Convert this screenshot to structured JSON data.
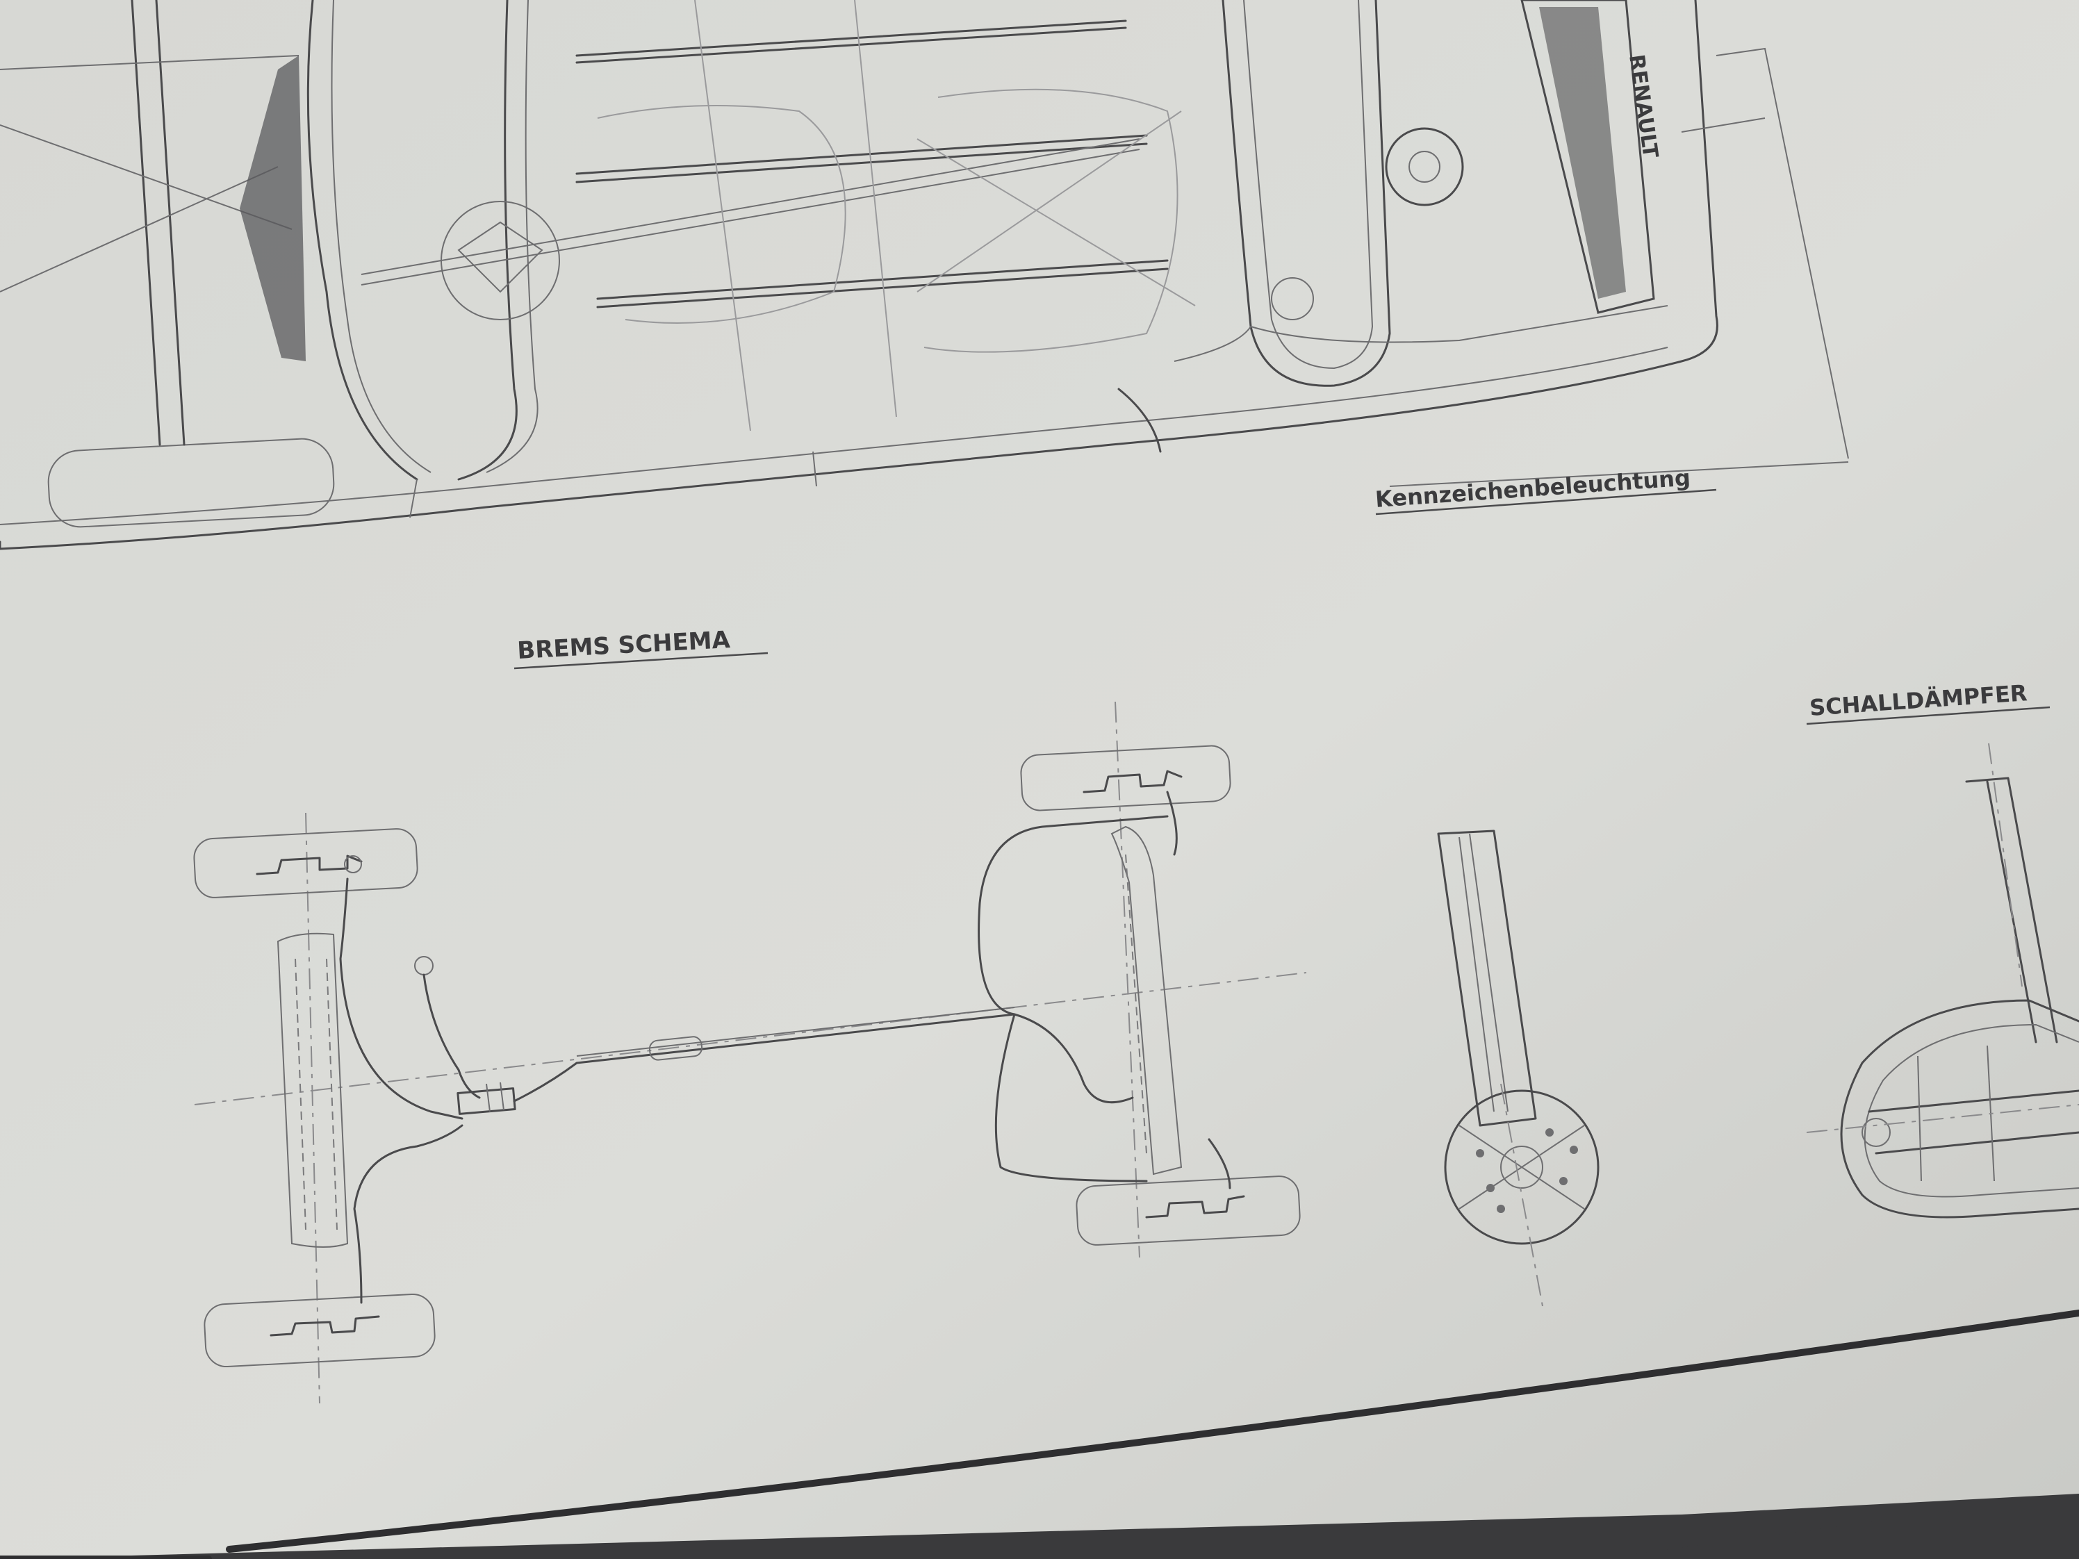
{
  "labels": {
    "license_plate_light": "Kennzeichenbeleuchtung",
    "brake_schema": "BREMS SCHEMA",
    "muffler": "SCHALLDÄMPFER",
    "brand_grille": "RENAULT"
  },
  "colors": {
    "paper": "#d9dad6",
    "paper_shadow": "#c6c7c3",
    "ink": "#4a4a4c",
    "border": "#2e2e30",
    "backdrop": "#3a3a3c"
  }
}
